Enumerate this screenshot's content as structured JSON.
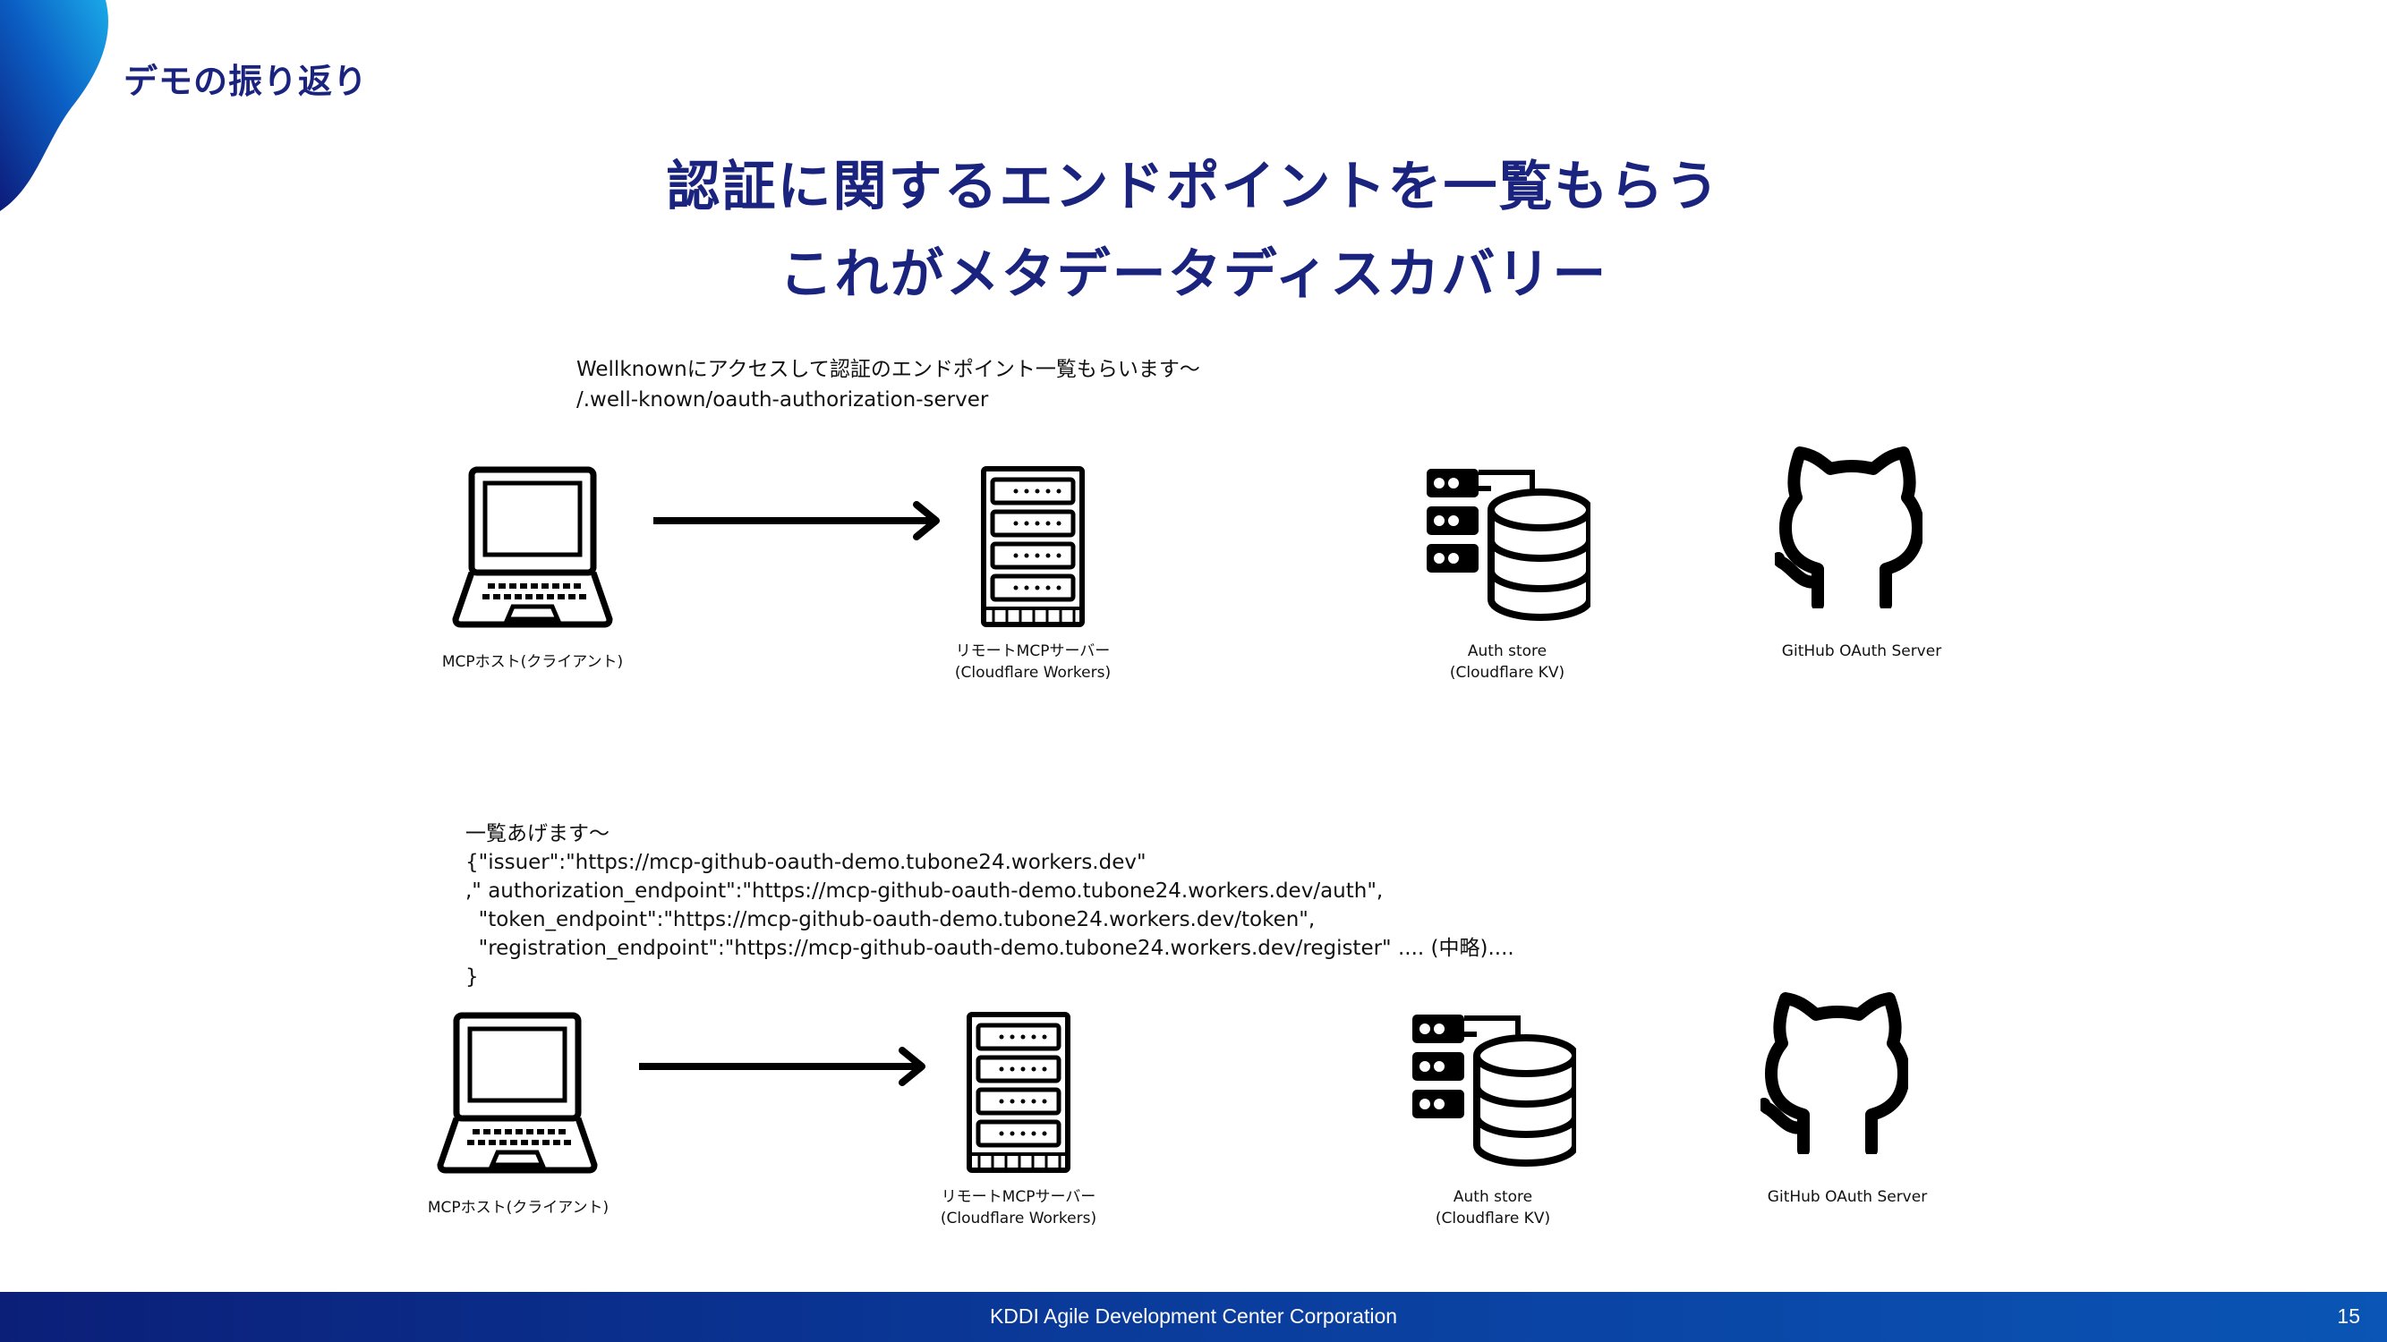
{
  "slide": {
    "section_title": "デモの振り返り",
    "headline_line1": "認証に関するエンドポイントを一覧もらう",
    "headline_line2": "これがメタデータディスカバリー"
  },
  "scene1": {
    "note_line1": "Wellknownにアクセスして認証のエンドポイント一覧もらいます〜",
    "note_line2": "/.well-known/oauth-authorization-server",
    "host_label": "MCPホスト(クライアント)",
    "server_label_line1": "リモートMCPサーバー",
    "server_label_line2": "(Cloudflare Workers)",
    "store_label_line1": "Auth store",
    "store_label_line2": "(Cloudflare KV)",
    "github_label": "GitHub OAuth Server"
  },
  "scene2": {
    "note_lines": [
      "一覧あげます〜",
      "{\"issuer\":\"https://mcp-github-oauth-demo.tubone24.workers.dev\"",
      ",\" authorization_endpoint\":\"https://mcp-github-oauth-demo.tubone24.workers.dev/auth\",",
      "  \"token_endpoint\":\"https://mcp-github-oauth-demo.tubone24.workers.dev/token\",",
      "  \"registration_endpoint\":\"https://mcp-github-oauth-demo.tubone24.workers.dev/register\" .... (中略)....",
      "}"
    ],
    "host_label": "MCPホスト(クライアント)",
    "server_label_line1": "リモートMCPサーバー",
    "server_label_line2": "(Cloudflare Workers)",
    "store_label_line1": "Auth store",
    "store_label_line2": "(Cloudflare KV)",
    "github_label": "GitHub OAuth Server"
  },
  "footer": {
    "company": "KDDI Agile Development Center Corporation",
    "page_number": "15"
  },
  "icons": [
    "laptop-icon",
    "arrow-right-icon",
    "server-rack-icon",
    "database-server-icon",
    "github-icon"
  ],
  "colors": {
    "title": "#1a237e",
    "footer_start": "#0b1f78",
    "footer_end": "#0a55b5",
    "icon_stroke": "#000000"
  }
}
